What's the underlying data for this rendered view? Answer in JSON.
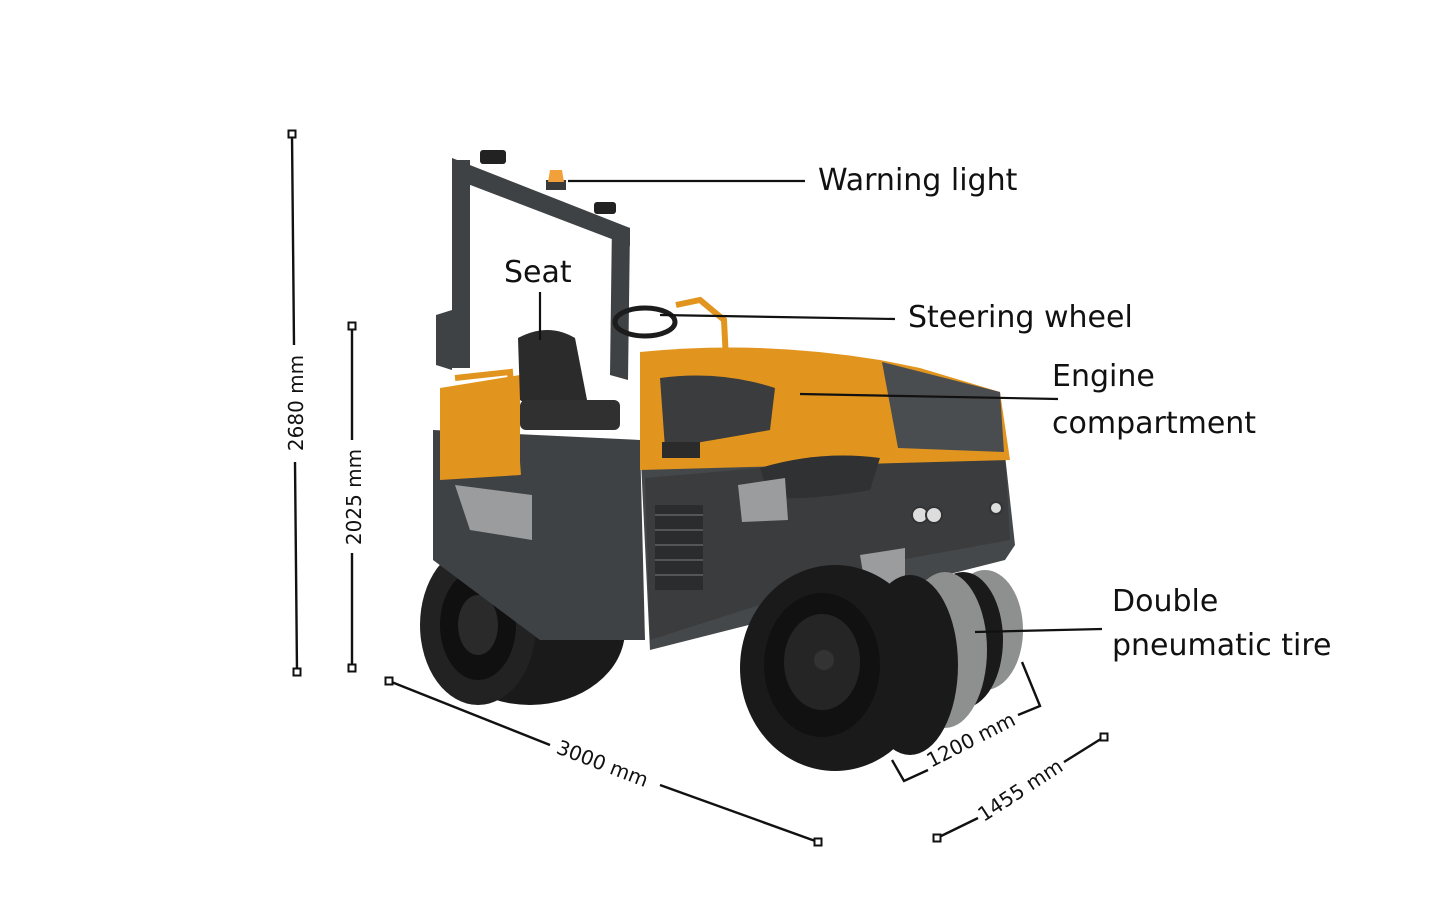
{
  "callouts": {
    "warning_light": "Warning light",
    "seat": "Seat",
    "steering_wheel": "Steering wheel",
    "engine_line1": "Engine",
    "engine_line2": "compartment",
    "tire_line1": "Double",
    "tire_line2": "pneumatic tire"
  },
  "dimensions": {
    "overall_height": "2680 mm",
    "seat_height": "2025 mm",
    "length": "3000 mm",
    "drum_width": "1200 mm",
    "overall_width": "1455 mm"
  },
  "colors": {
    "body_orange": "#E2951E",
    "frame_gray": "#3F4244",
    "tire_black": "#1A1A1A",
    "tread_gray": "#8E8F8F"
  }
}
